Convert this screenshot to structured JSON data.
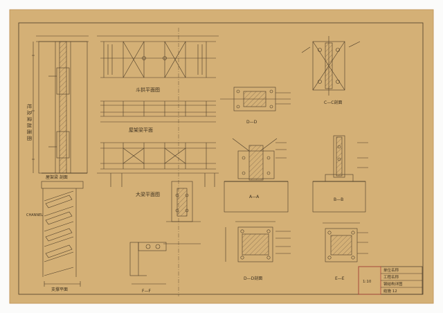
{
  "colors": {
    "paper": "#d7b37a",
    "paper_edge": "#c39a5e",
    "ink": "#4a3b28",
    "stamp": "#b0433a"
  },
  "views": {
    "elev_left": "屋架梁 剖面",
    "elev_left_side": "柱 及 梁 剖 面 图",
    "top_truss": "斗拱平面图",
    "mid_truss": "屋架梁平面",
    "low_truss": "大梁平面图",
    "brace": "支撑平面",
    "brace_note": "CHANNEL",
    "detail_fs": "F—F",
    "cc": "C—C剖面",
    "dd": "D—D",
    "aa": "A—A",
    "bb": "B—B",
    "ee": "E—E",
    "dd_lower": "D—D剖面",
    "scale": "1:10"
  },
  "title_block": {
    "org": "单位名称",
    "project": "工程名称",
    "drawing": "钢结构详图",
    "sheet_no": "结施 12"
  }
}
